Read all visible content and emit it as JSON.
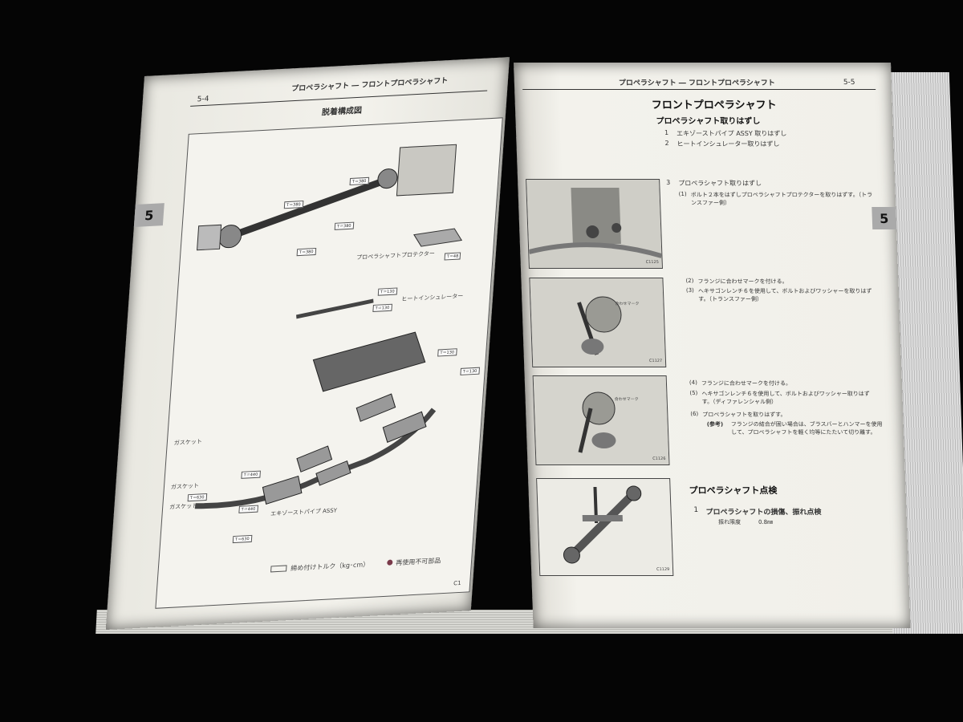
{
  "left_page": {
    "page_number": "5-4",
    "header": "プロペラシャフト ― フロントプロペラシャフト",
    "section_title": "脱着構成図",
    "chapter_tab": "5",
    "labels": {
      "exhaust_pipe": "エキゾーストパイプ ASSY",
      "heat_insulator": "ヒートインシュレーター",
      "protector": "プロペラシャフトプロテクター",
      "gasket_1": "ガスケット",
      "gasket_2": "ガスケット",
      "gasket_3": "ガスケット"
    },
    "torques": [
      "T＝380",
      "T＝380",
      "T＝380",
      "T＝380",
      "T＝48",
      "T＝130",
      "T＝130",
      "T＝130",
      "T＝130",
      "T＝440",
      "T＝630",
      "T＝440",
      "T＝630"
    ],
    "legend": {
      "torque": "締め付けトルク（kg･cm）",
      "non_reusable": "再使用不可部品"
    },
    "figure_id": "C1"
  },
  "right_page": {
    "page_number": "5-5",
    "header": "プロペラシャフト ― フロントプロペラシャフト",
    "chapter_tab": "5",
    "main_title": "フロントプロペラシャフト",
    "removal_title": "プロペラシャフト取りはずし",
    "steps_a": [
      {
        "num": "1",
        "text": "エキゾーストパイプ ASSY 取りはずし"
      },
      {
        "num": "2",
        "text": "ヒートインシュレーター取りはずし"
      }
    ],
    "step3": {
      "num": "3",
      "text": "プロペラシャフト取りはずし",
      "sub": [
        {
          "num": "(1)",
          "text": "ボルト２本をはずしプロペラシャフトプロテクターを取りはずす。（トランスファー側）"
        },
        {
          "num": "(2)",
          "text": "フランジに合わせマークを付ける。"
        },
        {
          "num": "(3)",
          "text": "ヘキサゴンレンチ６を使用して、ボルトおよびワッシャーを取りはずす。（トランスファー側）"
        },
        {
          "num": "(4)",
          "text": "フランジに合わせマークを付ける。"
        },
        {
          "num": "(5)",
          "text": "ヘキサゴンレンチ６を使用して、ボルトおよびワッシャー取りはずす。（ディファレンシャル側）"
        },
        {
          "num": "(6)",
          "text": "プロペラシャフトを取りはずす。"
        }
      ],
      "note_label": "(参考)",
      "note_text": "フランジの結合が固い場合は、ブラスバーとハンマーを使用して、プロペラシャフトを軽く均等にたたいて切り離す。"
    },
    "inspection_title": "プロペラシャフト点検",
    "inspection_step": {
      "num": "1",
      "text": "プロペラシャフトの損傷、振れ点検"
    },
    "runout_label": "振れ限度",
    "runout_value": "0.8㎜",
    "photo_ids": [
      "C1125",
      "C1127",
      "C1126",
      "C1129"
    ],
    "photo_marks": [
      "合わせマーク",
      "合わせマーク"
    ]
  }
}
